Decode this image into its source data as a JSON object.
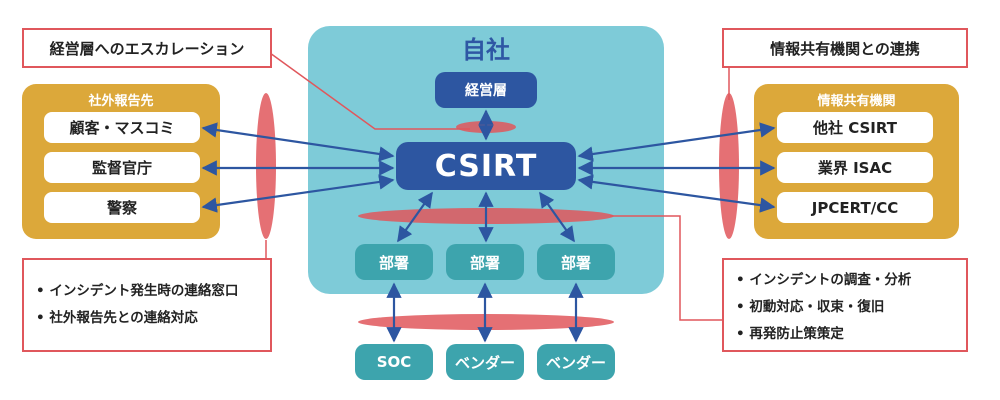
{
  "company": {
    "title": "自社",
    "management": "経営層",
    "csirt": "CSIRT",
    "departments": [
      "部署",
      "部署",
      "部署"
    ]
  },
  "external_report": {
    "title": "社外報告先",
    "items": [
      "顧客・マスコミ",
      "監督官庁",
      "警察"
    ]
  },
  "info_sharing": {
    "title": "情報共有機関",
    "items": [
      "他社 CSIRT",
      "業界 ISAC",
      "JPCERT/CC"
    ]
  },
  "bottom_nodes": [
    "SOC",
    "ベンダー",
    "ベンダー"
  ],
  "callouts": {
    "management_escalation": "経営層へのエスカレーション",
    "info_sharing_cooperation": "情報共有機関との連携",
    "left_bullets": [
      "インシデント発生時の連絡窓口",
      "社外報告先との連絡対応"
    ],
    "right_bullets": [
      "インシデントの調査・分析",
      "初動対応・収束・復旧",
      "再発防止策策定"
    ]
  },
  "colors": {
    "company_panel": "#7ecbd8",
    "gold_panel": "#dca83a",
    "navy": "#2d56a1",
    "teal": "#3da4ad",
    "highlight_red": "#e0575c"
  }
}
